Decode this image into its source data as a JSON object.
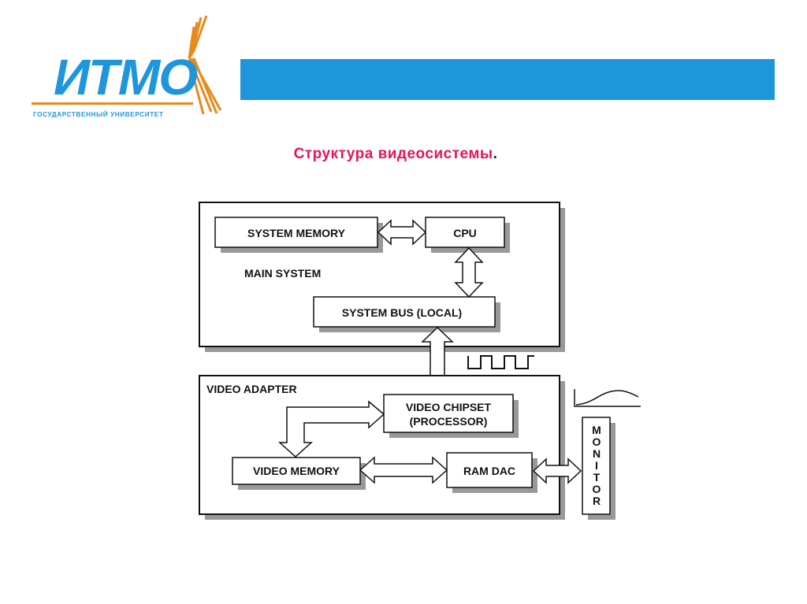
{
  "logo": {
    "wordmark": "ИТМО",
    "subtitle": "ГОСУДАРСТВЕННЫЙ УНИВЕРСИТЕТ"
  },
  "slide": {
    "title": "Структура видеосистемы",
    "title_suffix": "."
  },
  "diagram": {
    "main_system": {
      "label": "MAIN SYSTEM",
      "system_memory": "SYSTEM MEMORY",
      "cpu": "CPU",
      "system_bus": "SYSTEM BUS (LOCAL)"
    },
    "video_adapter": {
      "label": "VIDEO ADAPTER",
      "chipset_line1": "VIDEO CHIPSET",
      "chipset_line2": "(PROCESSOR)",
      "video_memory": "VIDEO MEMORY",
      "ram_dac": "RAM DAC"
    },
    "monitor": {
      "letters": [
        "M",
        "O",
        "N",
        "I",
        "T",
        "O",
        "R"
      ]
    }
  },
  "colors": {
    "brand_blue": "#1e96dc",
    "title_pink": "#e6145a",
    "logo_orange": "#e8891c"
  }
}
